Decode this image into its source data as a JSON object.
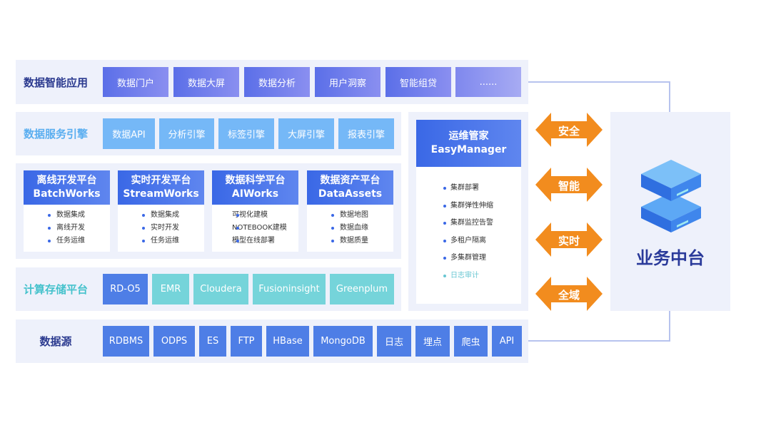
{
  "rows": {
    "app": {
      "label": "数据智能应用",
      "items": [
        "数据门户",
        "数据大屏",
        "数据分析",
        "用户洞察",
        "智能组贷",
        "......"
      ]
    },
    "service": {
      "label": "数据服务引擎",
      "items": [
        "数据API",
        "分析引擎",
        "标签引擎",
        "大屏引擎",
        "报表引擎"
      ]
    },
    "compute": {
      "label": "计算存储平台",
      "items": [
        "RD-O5",
        "EMR",
        "Cloudera",
        "Fusioninsight",
        "Greenplum"
      ]
    },
    "source": {
      "label": "数据源",
      "items": [
        "RDBMS",
        "ODPS",
        "ES",
        "FTP",
        "HBase",
        "MongoDB",
        "日志",
        "埋点",
        "爬虫",
        "API"
      ]
    }
  },
  "platforms": [
    {
      "title": "离线开发平台",
      "subtitle": "BatchWorks",
      "items": [
        "数据集成",
        "离线开发",
        "任务运维"
      ]
    },
    {
      "title": "实时开发平台",
      "subtitle": "StreamWorks",
      "items": [
        "数据集成",
        "实时开发",
        "任务运维"
      ]
    },
    {
      "title": "数据科学平台",
      "subtitle": "AIWorks",
      "items": [
        "可视化建模",
        "NOTEBOOK建模",
        "模型在线部署"
      ]
    },
    {
      "title": "数据资产平台",
      "subtitle": "DataAssets",
      "items": [
        "数据地图",
        "数据血缘",
        "数据质量"
      ]
    }
  ],
  "ops": {
    "title": "运维管家",
    "subtitle": "EasyManager",
    "items": [
      "集群部署",
      "集群弹性伸缩",
      "集群监控告警",
      "多租户隔离",
      "多集群管理"
    ],
    "faded_item": "日志审计"
  },
  "arrows": [
    "安全",
    "智能",
    "实时",
    "全域"
  ],
  "business": {
    "label": "业务中台"
  },
  "colors": {
    "label_dark": "#2b3a8f",
    "label_light": "#5aaef0",
    "label_cyan": "#45c2cc",
    "arrow": "#f28c1e",
    "business_text": "#2a3a9a"
  }
}
